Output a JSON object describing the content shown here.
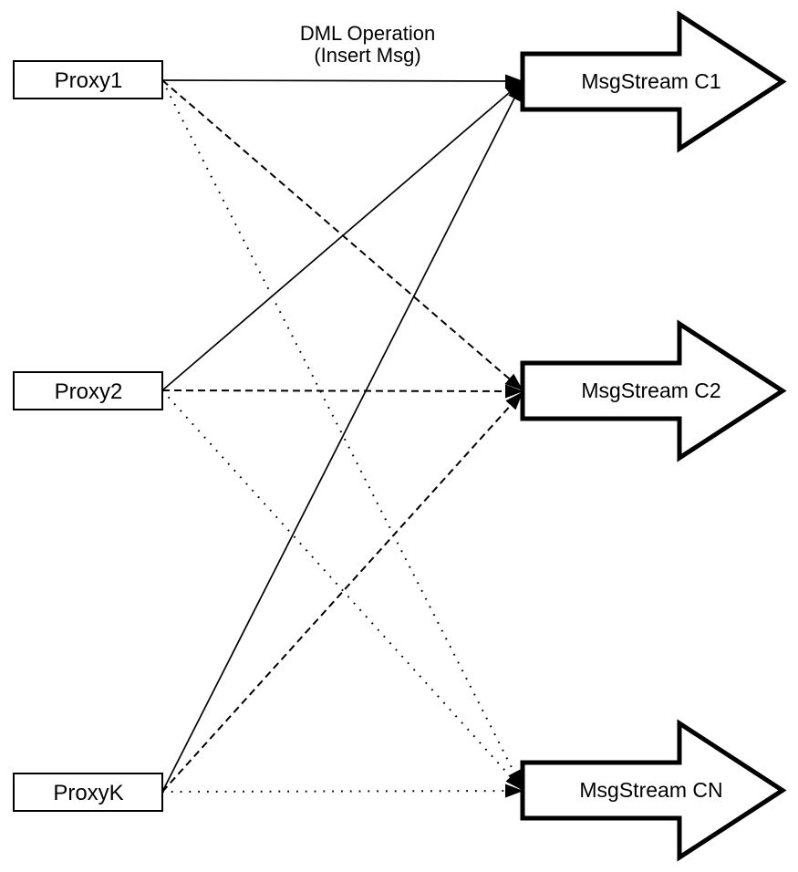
{
  "diagram": {
    "title": {
      "line1": "DML Operation",
      "line2": "(Insert Msg)"
    },
    "proxies": [
      {
        "label": "Proxy1"
      },
      {
        "label": "Proxy2"
      },
      {
        "label": "ProxyK"
      }
    ],
    "streams": [
      {
        "label": "MsgStream C1"
      },
      {
        "label": "MsgStream C2"
      },
      {
        "label": "MsgStream CN"
      }
    ],
    "connections": [
      {
        "from": "Proxy1",
        "to": "MsgStream C1",
        "line_style": "solid"
      },
      {
        "from": "Proxy2",
        "to": "MsgStream C1",
        "line_style": "solid"
      },
      {
        "from": "ProxyK",
        "to": "MsgStream C1",
        "line_style": "solid"
      },
      {
        "from": "Proxy1",
        "to": "MsgStream C2",
        "line_style": "dashed"
      },
      {
        "from": "Proxy2",
        "to": "MsgStream C2",
        "line_style": "dashed"
      },
      {
        "from": "ProxyK",
        "to": "MsgStream C2",
        "line_style": "dashed"
      },
      {
        "from": "Proxy1",
        "to": "MsgStream CN",
        "line_style": "dotted"
      },
      {
        "from": "Proxy2",
        "to": "MsgStream CN",
        "line_style": "dotted"
      },
      {
        "from": "ProxyK",
        "to": "MsgStream CN",
        "line_style": "dotted"
      }
    ],
    "colors": {
      "stroke": "#000000",
      "fill": "#ffffff",
      "background": "#ffffff"
    }
  }
}
